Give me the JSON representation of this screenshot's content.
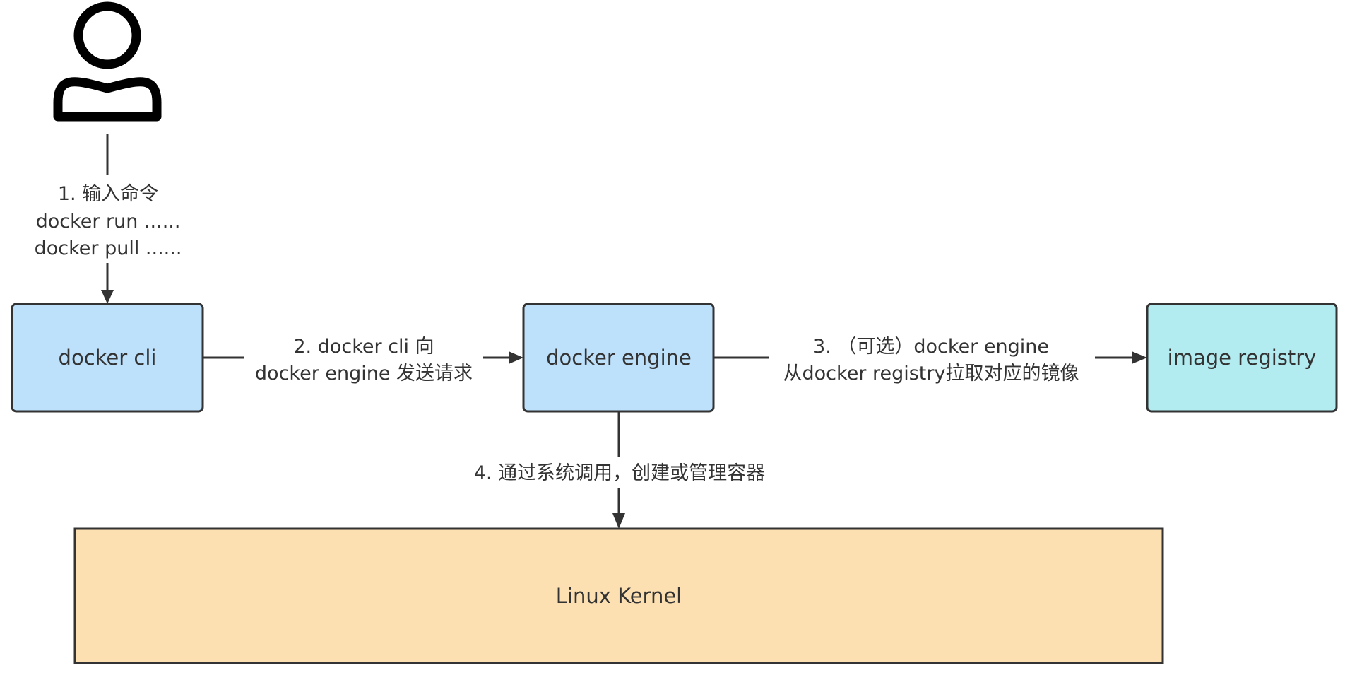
{
  "nodes": {
    "docker_cli": {
      "label": "docker cli"
    },
    "docker_engine": {
      "label": "docker engine"
    },
    "image_registry": {
      "label": "image registry"
    },
    "linux_kernel": {
      "label": "Linux Kernel"
    }
  },
  "edges": {
    "user_to_cli": {
      "lines": [
        "1. 输入命令",
        "docker run ......",
        "docker pull ......"
      ]
    },
    "cli_to_engine": {
      "lines": [
        "2. docker cli 向",
        "docker engine 发送请求"
      ]
    },
    "engine_to_registry": {
      "lines": [
        "3. （可选）docker engine",
        "从docker registry拉取对应的镜像"
      ]
    },
    "engine_to_kernel": {
      "lines": [
        "4. 通过系统调用，创建或管理容器"
      ]
    }
  },
  "icons": {
    "user": "user-icon"
  },
  "colors": {
    "stroke": "#333333",
    "cli_fill": "#bde0fb",
    "engine_fill": "#bde0fb",
    "registry_fill": "#b2ebf0",
    "kernel_fill": "#fde0b2",
    "text": "#333333"
  }
}
